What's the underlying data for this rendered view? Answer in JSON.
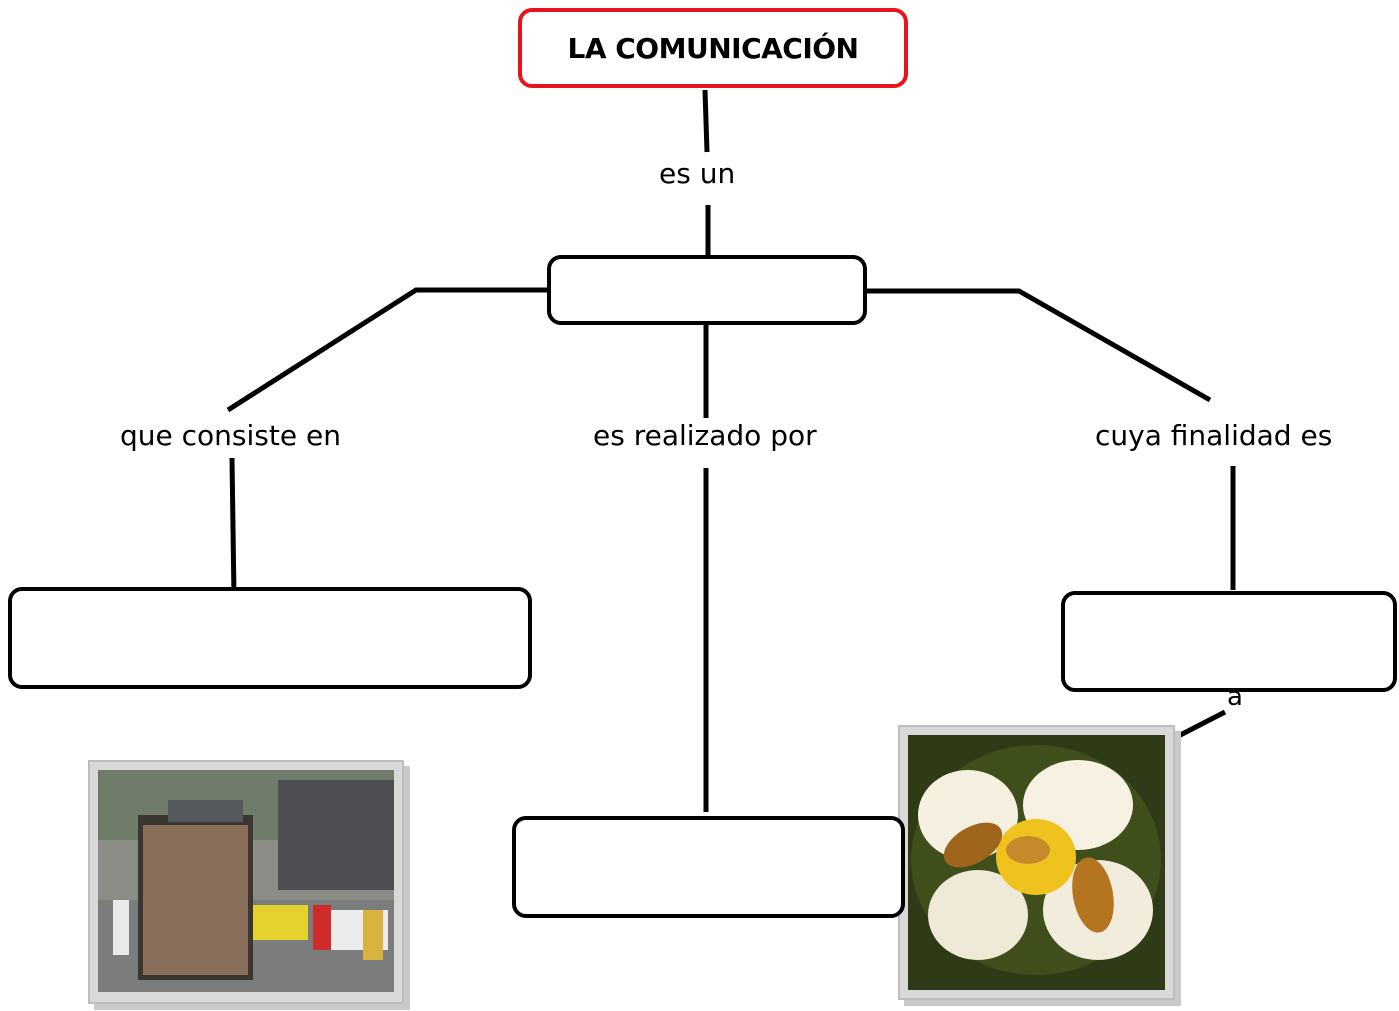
{
  "diagram": {
    "title": "LA COMUNICACIÓN",
    "connectors": {
      "top": "es un",
      "left": "que consiste en",
      "middle": "es realizado por",
      "right": "cuya finalidad es"
    },
    "stray_text": "a",
    "boxes": {
      "center": "",
      "left": "",
      "bottom": "",
      "right": ""
    }
  },
  "images": {
    "left": "newsstand-street-photo",
    "right": "bees-on-flower-photo"
  },
  "colors": {
    "title_border": "#e8141b",
    "box_border": "#000000",
    "line": "#000000"
  }
}
